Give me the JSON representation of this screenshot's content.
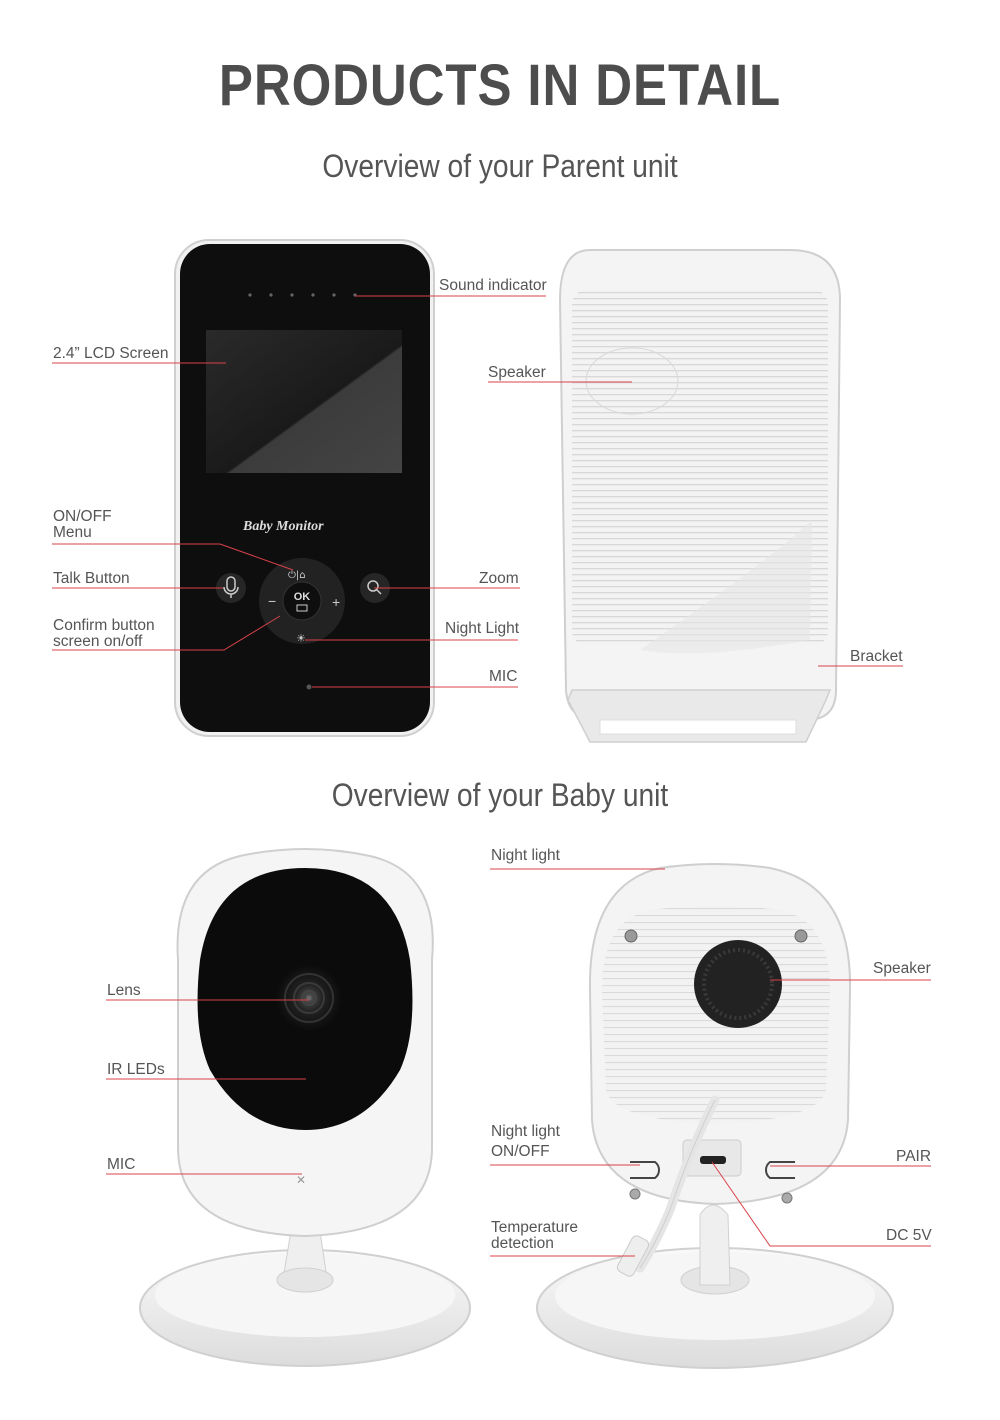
{
  "header": {
    "title": "PRODUCTS IN DETAIL",
    "parent_heading": "Overview of your Parent unit",
    "baby_heading": "Overview of your Baby unit"
  },
  "parent_unit": {
    "screen_brand": "Baby Monitor",
    "ok_button": "OK",
    "labels": {
      "sound_indicator": "Sound indicator",
      "lcd_screen": "2.4” LCD Screen",
      "onoff_line1": "ON/OFF",
      "onoff_line2": "Menu",
      "talk_button": "Talk Button",
      "confirm_line1": "Confirm button",
      "confirm_line2": "screen on/off",
      "zoom": "Zoom",
      "night_light": "Night Light",
      "mic": "MIC",
      "speaker": "Speaker",
      "bracket": "Bracket"
    }
  },
  "baby_unit": {
    "labels": {
      "lens": "Lens",
      "ir_leds": "IR LEDs",
      "mic": "MIC",
      "night_light_top": "Night light",
      "speaker": "Speaker",
      "night_light_onoff_line1": "Night light",
      "night_light_onoff_line2": "ON/OFF",
      "pair": "PAIR",
      "temp_line1": "Temperature",
      "temp_line2": "detection",
      "dc": "DC 5V"
    }
  },
  "colors": {
    "leader_line": "#d9434a",
    "device_black": "#111111",
    "device_white": "#f4f4f4"
  }
}
